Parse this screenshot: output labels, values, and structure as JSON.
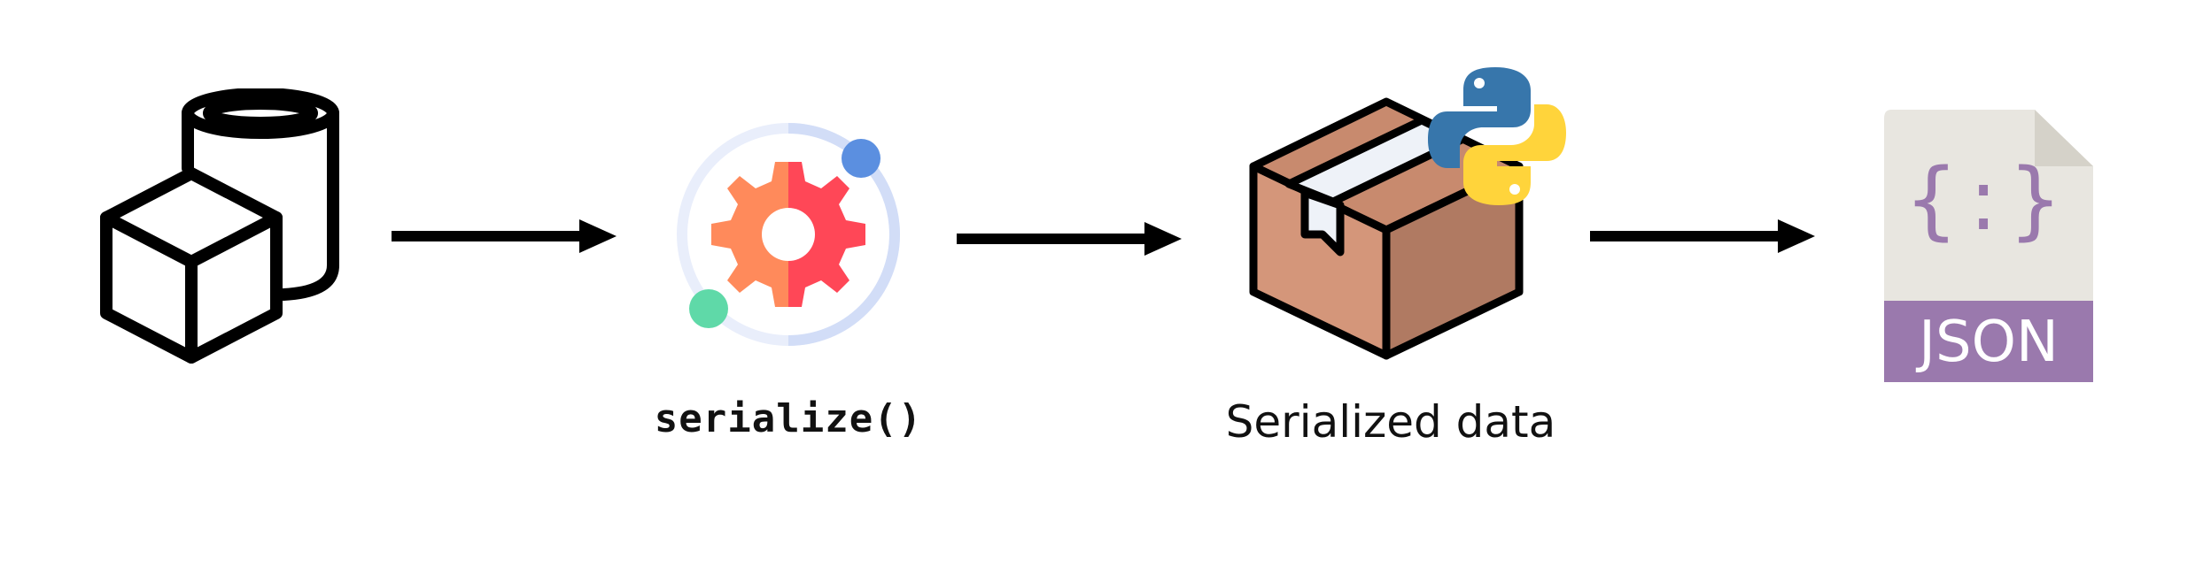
{
  "diagram": {
    "nodes": [
      {
        "id": "objects",
        "icon": "database-objects-icon",
        "label": ""
      },
      {
        "id": "serialize",
        "icon": "gear-icon",
        "label": "serialize()"
      },
      {
        "id": "serialized",
        "icon": "package-box-icon",
        "badge": "python-logo",
        "label": "Serialized data"
      },
      {
        "id": "json",
        "icon": "json-file-icon",
        "file_text": "JSON",
        "braces_text": "{:}"
      }
    ],
    "edges": [
      {
        "from": "objects",
        "to": "serialize"
      },
      {
        "from": "serialize",
        "to": "serialized"
      },
      {
        "from": "serialized",
        "to": "json"
      }
    ],
    "colors": {
      "stroke": "#000000",
      "gear_left": "#FF8A5B",
      "gear_right": "#FF4757",
      "orbit_ring": "#DCE5F9",
      "orbit_dot_blue": "#5B8FE0",
      "orbit_dot_green": "#5FD9A8",
      "box_front": "#D4967A",
      "box_side": "#B07A62",
      "python_blue": "#3776AB",
      "python_yellow": "#FFD43B",
      "json_page": "#E8E6E0",
      "json_band": "#9A79AD"
    }
  }
}
